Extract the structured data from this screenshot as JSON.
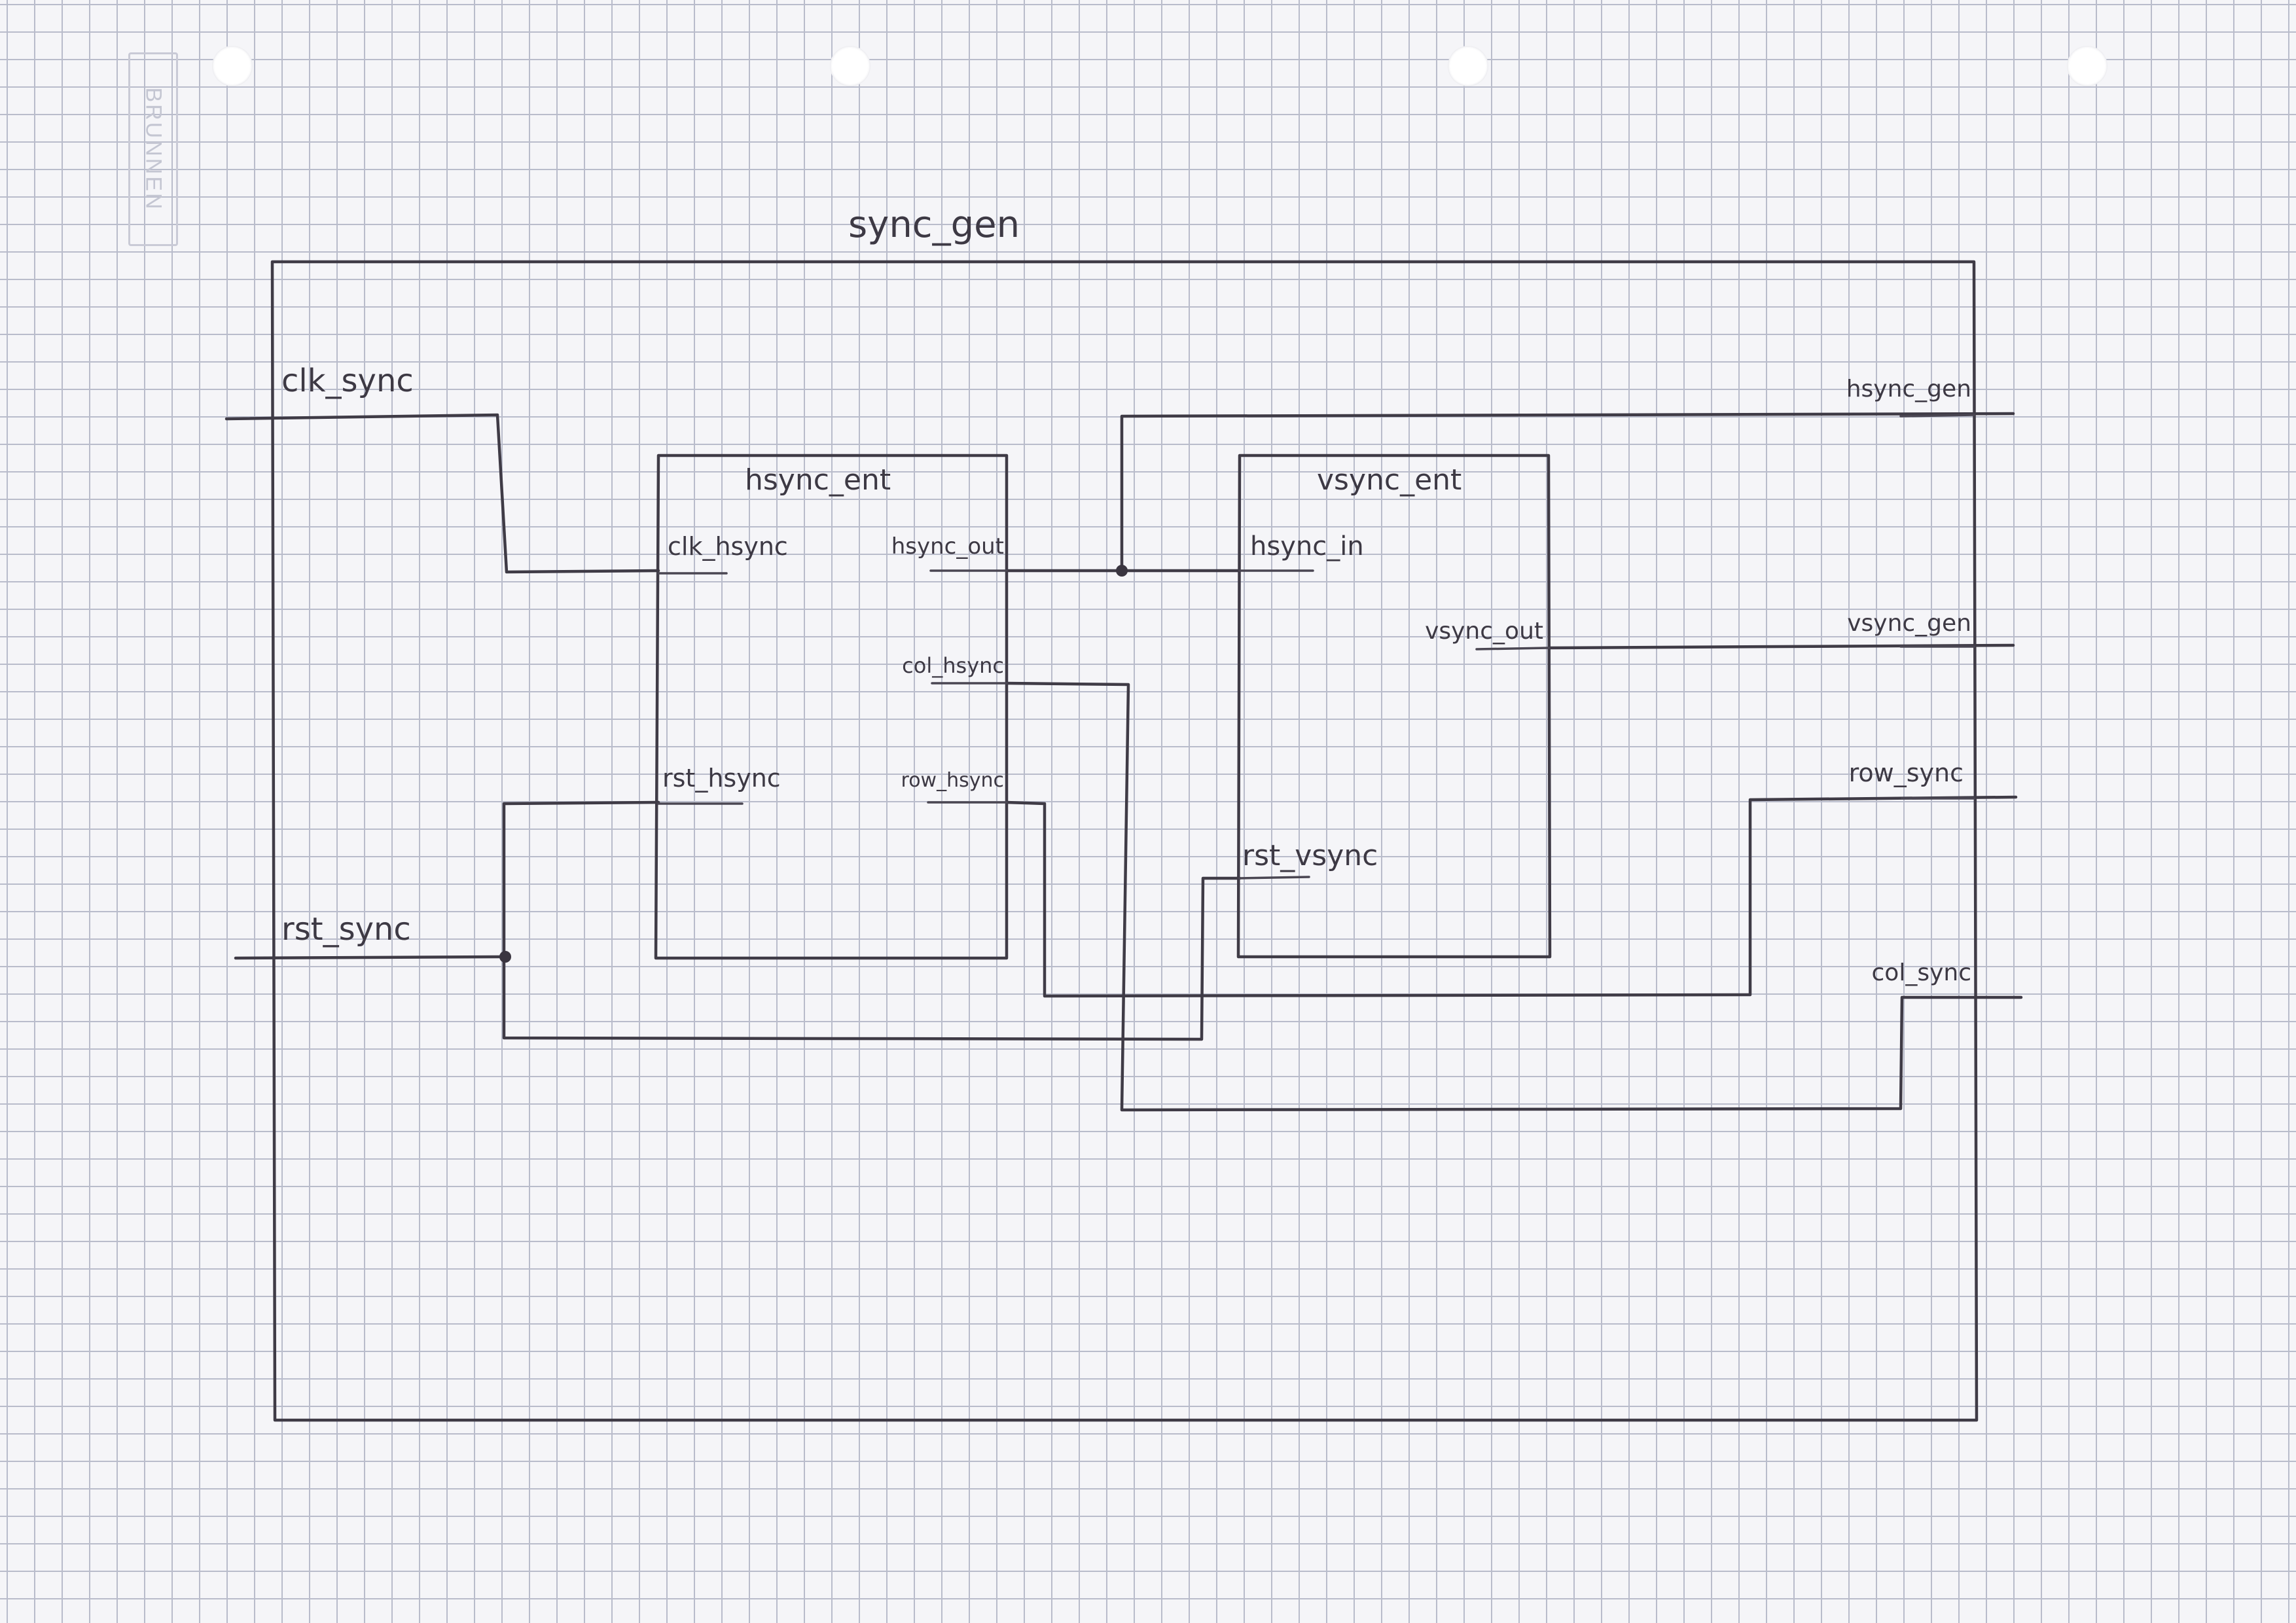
{
  "paper": {
    "brand_text": "BRUNNEN"
  },
  "diagram": {
    "title": "sync_gen",
    "inputs": {
      "clk": "clk_sync",
      "rst": "rst_sync"
    },
    "outputs": {
      "hsync": "hsync_gen",
      "vsync": "vsync_gen",
      "row": "row_sync",
      "col": "col_sync"
    },
    "blocks": {
      "hsync_ent": {
        "name": "hsync_ent",
        "ports": {
          "clk": "clk_hsync",
          "rst": "rst_hsync",
          "hsync_out": "hsync_out",
          "col": "col_hsync",
          "row": "row_hsync"
        }
      },
      "vsync_ent": {
        "name": "vsync_ent",
        "ports": {
          "hsync_in": "hsync_in",
          "vsync_out": "vsync_out",
          "rst": "rst_vsync"
        }
      }
    }
  }
}
